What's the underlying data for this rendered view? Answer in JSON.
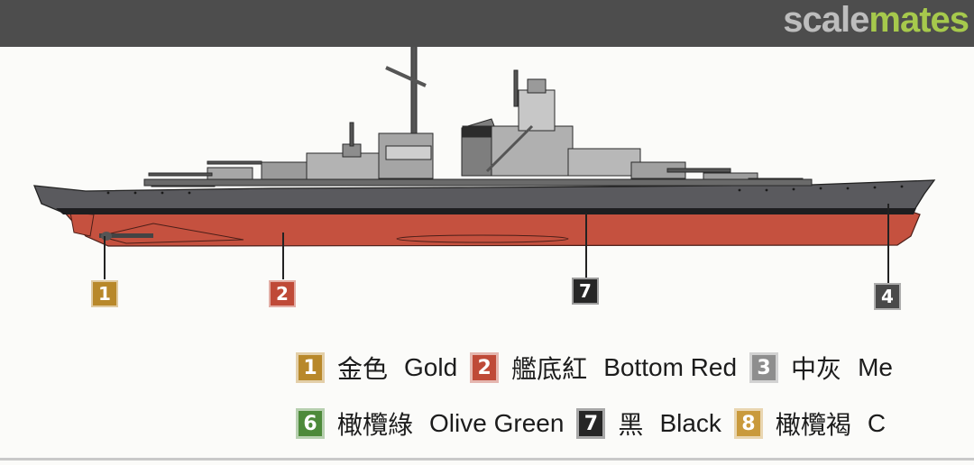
{
  "header": {
    "logo_part1": "scale",
    "logo_part2": "mates"
  },
  "callouts": [
    {
      "number": "1",
      "color": "#b8882a"
    },
    {
      "number": "2",
      "color": "#bf4a38"
    },
    {
      "number": "7",
      "color": "#262626"
    },
    {
      "number": "4",
      "color": "#4a4a4a"
    }
  ],
  "legend": {
    "row1": [
      {
        "number": "1",
        "cjk": "金色",
        "name": "Gold",
        "color": "#b8882a"
      },
      {
        "number": "2",
        "cjk": "艦底紅",
        "name": "Bottom Red",
        "color": "#bf4a38"
      },
      {
        "number": "3",
        "cjk": "中灰",
        "name": "Me",
        "color": "#8e8e8e"
      }
    ],
    "row2": [
      {
        "number": "6",
        "cjk": "橄欖綠",
        "name": "Olive Green",
        "color": "#4d8a3a"
      },
      {
        "number": "7",
        "cjk": "黑",
        "name": "Black",
        "color": "#262626"
      },
      {
        "number": "8",
        "cjk": "橄欖褐",
        "name": "C",
        "color": "#c99a3c"
      }
    ]
  },
  "colors": {
    "hull_red": "#c5513f",
    "hull_dark": "#3c3c40",
    "superstructure": "#9c9c9c"
  }
}
